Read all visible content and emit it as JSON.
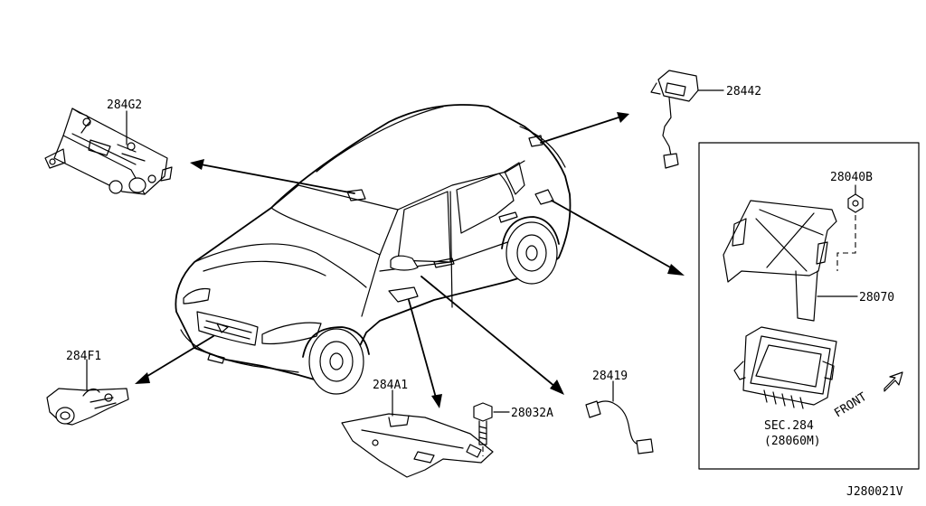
{
  "labels": {
    "p284G2": "284G2",
    "p28442": "28442",
    "p28040B": "28040B",
    "p28070": "28070",
    "p284F1": "284F1",
    "p284A1": "284A1",
    "p28032A": "28032A",
    "p28419": "28419",
    "sec_line1": "SEC.284",
    "sec_line2": "(28060M)",
    "front": "FRONT",
    "diagram_id": "J280021V"
  }
}
